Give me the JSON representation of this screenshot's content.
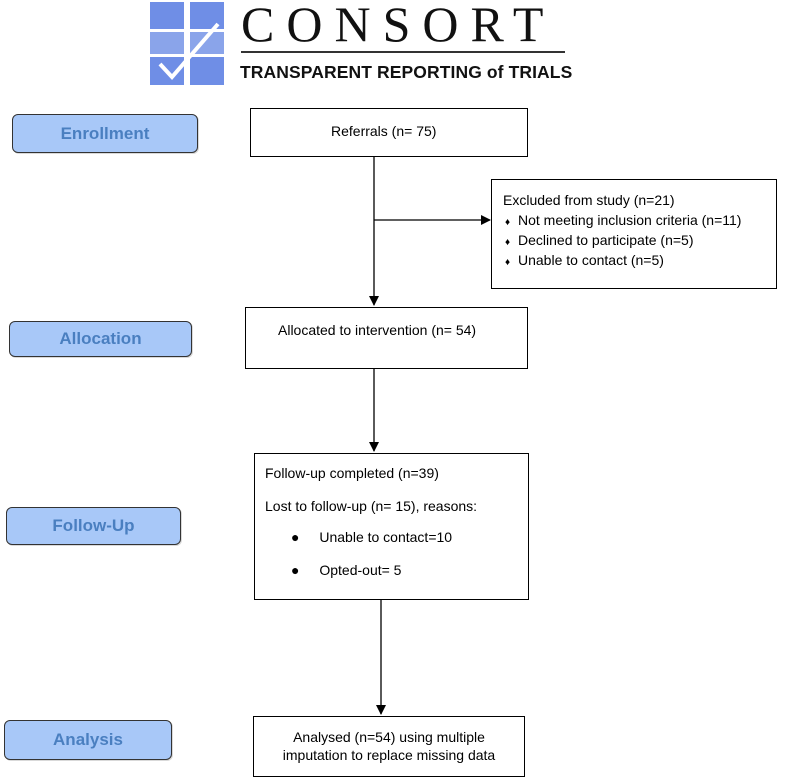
{
  "header": {
    "title": "CONSORT",
    "subtitle": "TRANSPARENT REPORTING of TRIALS"
  },
  "stages": {
    "enrollment": "Enrollment",
    "allocation": "Allocation",
    "followup": "Follow-Up",
    "analysis": "Analysis"
  },
  "boxes": {
    "referrals": "Referrals (n= 75)",
    "excluded": {
      "title": "Excluded from study (n=21)",
      "items": [
        "Not meeting inclusion criteria (n=11)",
        "Declined to participate (n=5)",
        "Unable to contact (n=5)"
      ]
    },
    "allocated": "Allocated to intervention (n= 54)",
    "followup": {
      "completed": "Follow-up completed (n=39)",
      "lost": "Lost to follow-up (n= 15), reasons:",
      "items": [
        "Unable to contact=10",
        "Opted-out= 5"
      ]
    },
    "analysed": {
      "line1": "Analysed (n=54) using multiple",
      "line2": "imputation to replace missing data"
    }
  },
  "colors": {
    "stage_fill": "#a8c8f8",
    "stage_text": "#4a7fc0",
    "logo_blue": "#5a7ee0"
  }
}
